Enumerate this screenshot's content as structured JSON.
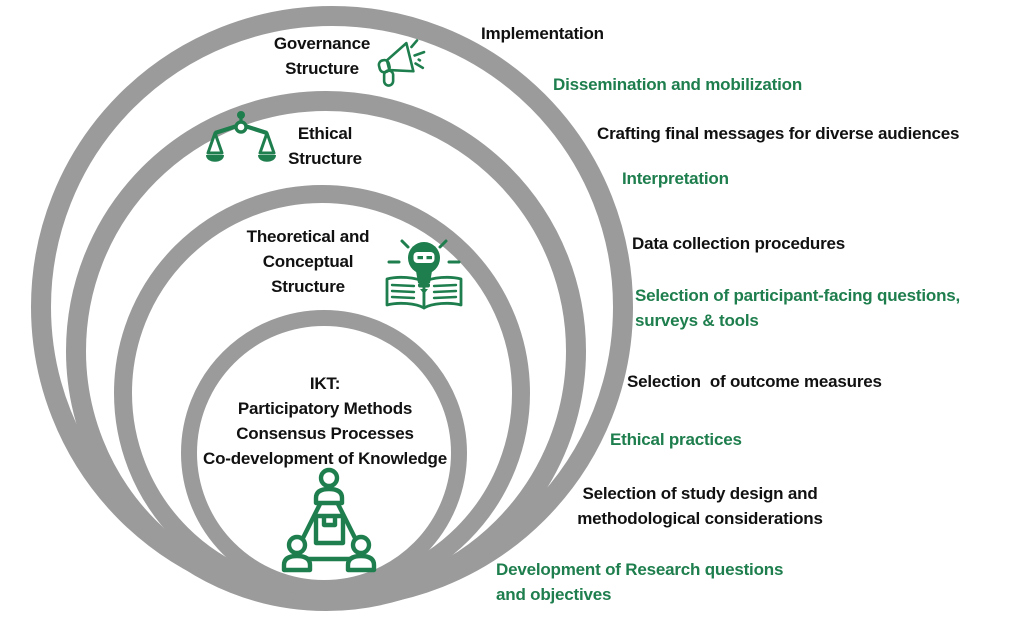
{
  "colors": {
    "ring_gray": "#9b9b9b",
    "accent_green": "#1e7e4d",
    "text_black": "#111111"
  },
  "layers": {
    "governance": {
      "label": "Governance\nStructure",
      "icon": "megaphone"
    },
    "ethical": {
      "label": "Ethical\nStructure",
      "icon": "balance-scales"
    },
    "theoretical": {
      "label": "Theoretical and\nConceptual\nStructure",
      "icon": "lightbulb-book"
    },
    "ikt": {
      "label": "IKT:\nParticipatory Methods\nConsensus Processes\nCo-development of Knowledge",
      "icon": "people-collaboration"
    }
  },
  "annotations": [
    {
      "text": "Implementation",
      "color": "black"
    },
    {
      "text": "Dissemination and mobilization",
      "color": "green"
    },
    {
      "text": "Crafting final messages for diverse audiences",
      "color": "black"
    },
    {
      "text": "Interpretation",
      "color": "green"
    },
    {
      "text": "Data collection procedures",
      "color": "black"
    },
    {
      "text": "Selection of participant-facing questions,\nsurveys & tools",
      "color": "green"
    },
    {
      "text": "Selection  of outcome measures",
      "color": "black"
    },
    {
      "text": "Ethical practices",
      "color": "green"
    },
    {
      "text": "Selection of study design and\nmethodological considerations",
      "color": "black"
    },
    {
      "text": "Development of Research questions\nand objectives",
      "color": "green"
    }
  ]
}
